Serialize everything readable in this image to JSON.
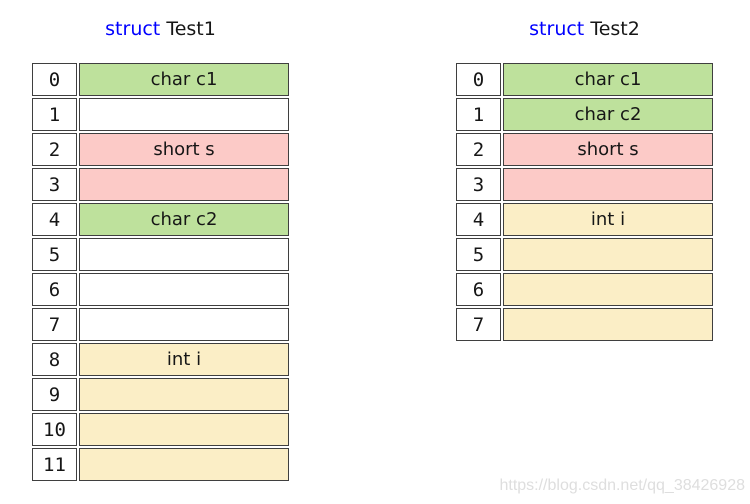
{
  "colors": {
    "keyword": "#0000ff",
    "text": "#161616",
    "border": "#3f3f3f",
    "watermark": "#dedede",
    "green": "#bee19c",
    "pink": "#fccac7",
    "yellow": "#fbeec6",
    "white": "#ffffff"
  },
  "tables": [
    {
      "title_keyword": "struct",
      "title_name": "Test1",
      "rows": [
        {
          "index": "0",
          "label": "char c1",
          "fill": "green"
        },
        {
          "index": "1",
          "label": "",
          "fill": "white"
        },
        {
          "index": "2",
          "label": "short s",
          "fill": "pink"
        },
        {
          "index": "3",
          "label": "",
          "fill": "pink"
        },
        {
          "index": "4",
          "label": "char c2",
          "fill": "green"
        },
        {
          "index": "5",
          "label": "",
          "fill": "white"
        },
        {
          "index": "6",
          "label": "",
          "fill": "white"
        },
        {
          "index": "7",
          "label": "",
          "fill": "white"
        },
        {
          "index": "8",
          "label": "int i",
          "fill": "yellow"
        },
        {
          "index": "9",
          "label": "",
          "fill": "yellow"
        },
        {
          "index": "10",
          "label": "",
          "fill": "yellow"
        },
        {
          "index": "11",
          "label": "",
          "fill": "yellow"
        }
      ]
    },
    {
      "title_keyword": "struct",
      "title_name": "Test2",
      "rows": [
        {
          "index": "0",
          "label": "char c1",
          "fill": "green"
        },
        {
          "index": "1",
          "label": "char c2",
          "fill": "green"
        },
        {
          "index": "2",
          "label": "short s",
          "fill": "pink"
        },
        {
          "index": "3",
          "label": "",
          "fill": "pink"
        },
        {
          "index": "4",
          "label": "int i",
          "fill": "yellow"
        },
        {
          "index": "5",
          "label": "",
          "fill": "yellow"
        },
        {
          "index": "6",
          "label": "",
          "fill": "yellow"
        },
        {
          "index": "7",
          "label": "",
          "fill": "yellow"
        }
      ]
    }
  ],
  "watermark": {
    "text": "https://blog.csdn.net/qq_38426928"
  }
}
